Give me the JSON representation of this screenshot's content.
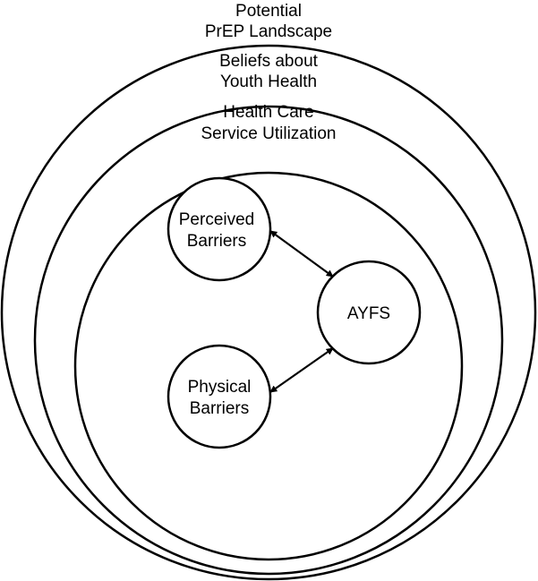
{
  "diagram": {
    "rings": {
      "outer": {
        "line1": "Potential",
        "line2": "PrEP Landscape"
      },
      "middle": {
        "line1": "Beliefs about",
        "line2": "Youth Health"
      },
      "inner": {
        "line1": "Health Care",
        "line2": "Service Utilization"
      }
    },
    "nodes": {
      "perceived": {
        "line1": "Perceived",
        "line2": "Barriers"
      },
      "physical": {
        "line1": "Physical",
        "line2": "Barriers"
      },
      "ayfs": {
        "label": "AYFS"
      }
    },
    "edges": [
      {
        "from": "perceived",
        "to": "ayfs",
        "direction": "bidirectional"
      },
      {
        "from": "physical",
        "to": "ayfs",
        "direction": "bidirectional"
      }
    ],
    "colors": {
      "stroke": "#000000",
      "background": "#ffffff"
    }
  }
}
